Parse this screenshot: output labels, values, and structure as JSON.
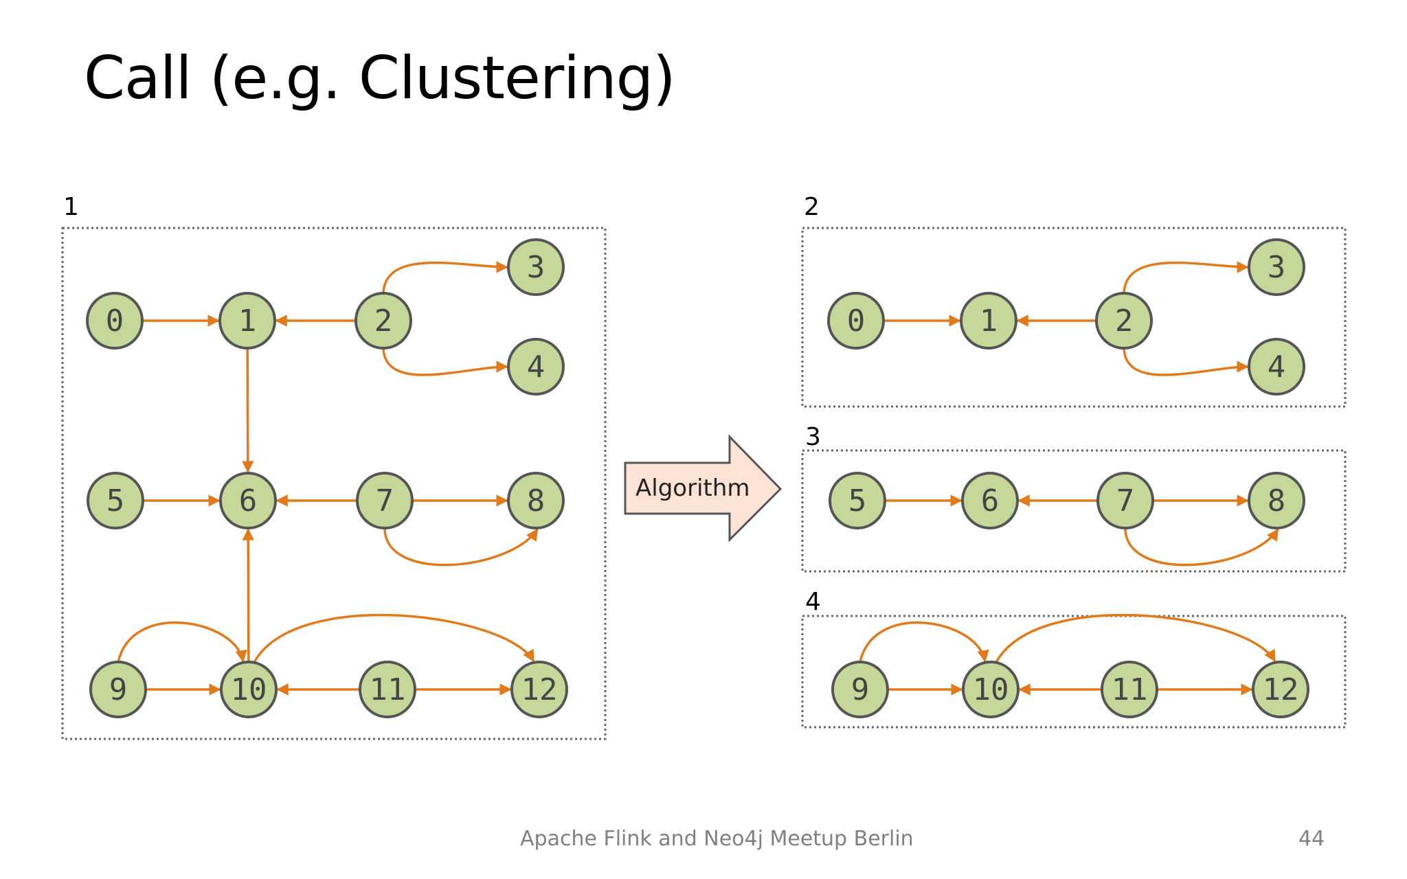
{
  "title": "Call (e.g. Clustering)",
  "footer": "Apache Flink and Neo4j Meetup Berlin",
  "page_number": "44",
  "algorithm_label": "Algorithm",
  "colors": {
    "node_fill": "#c5d89a",
    "node_stroke": "#555555",
    "edge": "#e07a1a",
    "algorithm_fill": "#fde3d6",
    "algorithm_stroke": "#555555",
    "box_border": "#666666"
  },
  "panels": [
    {
      "label": "1"
    },
    {
      "label": "2"
    },
    {
      "label": "3"
    },
    {
      "label": "4"
    }
  ],
  "graph": {
    "nodes": [
      "0",
      "1",
      "2",
      "3",
      "4",
      "5",
      "6",
      "7",
      "8",
      "9",
      "10",
      "11",
      "12"
    ],
    "edges": [
      {
        "from": "0",
        "to": "1"
      },
      {
        "from": "2",
        "to": "1"
      },
      {
        "from": "2",
        "to": "3"
      },
      {
        "from": "2",
        "to": "4"
      },
      {
        "from": "1",
        "to": "6"
      },
      {
        "from": "5",
        "to": "6"
      },
      {
        "from": "7",
        "to": "6"
      },
      {
        "from": "7",
        "to": "8"
      },
      {
        "from": "7",
        "to": "8"
      },
      {
        "from": "10",
        "to": "6"
      },
      {
        "from": "9",
        "to": "10"
      },
      {
        "from": "9",
        "to": "10"
      },
      {
        "from": "11",
        "to": "10"
      },
      {
        "from": "11",
        "to": "12"
      },
      {
        "from": "10",
        "to": "12"
      }
    ]
  },
  "clusters": [
    {
      "label": "2",
      "nodes": [
        "0",
        "1",
        "2",
        "3",
        "4"
      ]
    },
    {
      "label": "3",
      "nodes": [
        "5",
        "6",
        "7",
        "8"
      ]
    },
    {
      "label": "4",
      "nodes": [
        "9",
        "10",
        "11",
        "12"
      ]
    }
  ]
}
